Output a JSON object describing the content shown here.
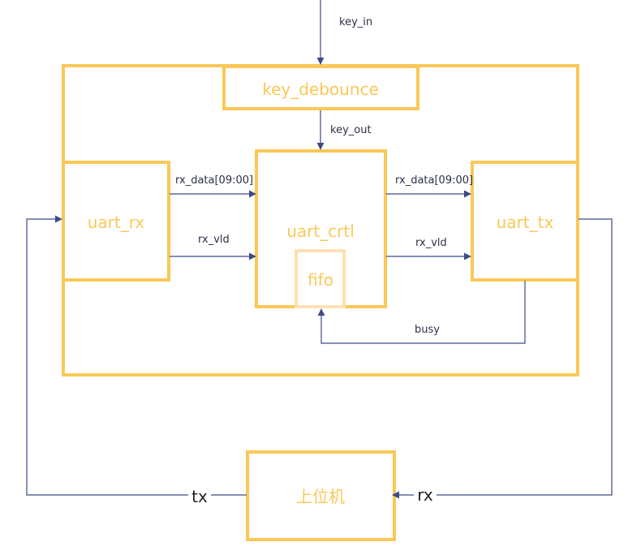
{
  "blocks": {
    "key_debounce": "key_debounce",
    "uart_rx": "uart_rx",
    "uart_crtl": "uart_crtl",
    "fifo": "fifo",
    "uart_tx": "uart_tx",
    "host": "上位机"
  },
  "signals": {
    "key_in": "key_in",
    "key_out": "key_out",
    "rx_data_in": "rx_data[09:00]",
    "rx_vld_in": "rx_vld",
    "rx_data_out": "rx_data[09:00]",
    "rx_vld_out": "rx_vld",
    "busy": "busy",
    "tx": "tx",
    "rx": "rx"
  },
  "colors": {
    "block_border": "#fac858",
    "fifo_border": "#fde1b4",
    "wire": "#3d4a86"
  }
}
